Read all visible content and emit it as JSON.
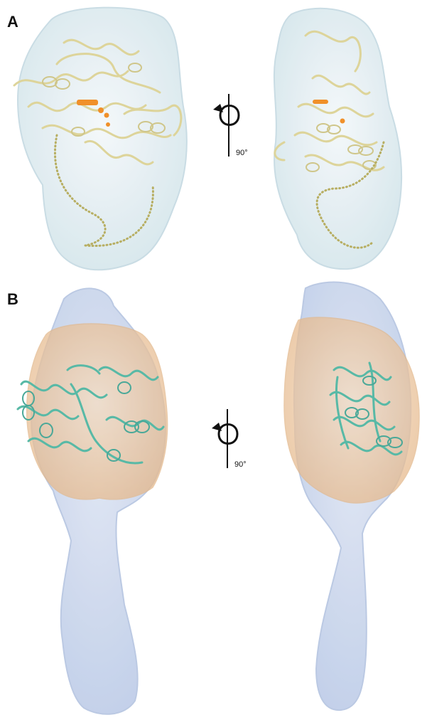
{
  "panels": {
    "a": {
      "label": "A",
      "rotation_label": "90°"
    },
    "b": {
      "label": "B",
      "rotation_label": "90°"
    }
  },
  "colors": {
    "envelope_a": "#e6f0f4",
    "ribbon_a": "#ece6b4",
    "ligand_a": "#f0902a",
    "dotted_chain_a": "#b7ae62",
    "envelope_b_outer": "#ccd8ee",
    "envelope_b_inner": "#f1d3b2",
    "ribbon_b": "#6fc3b4"
  }
}
